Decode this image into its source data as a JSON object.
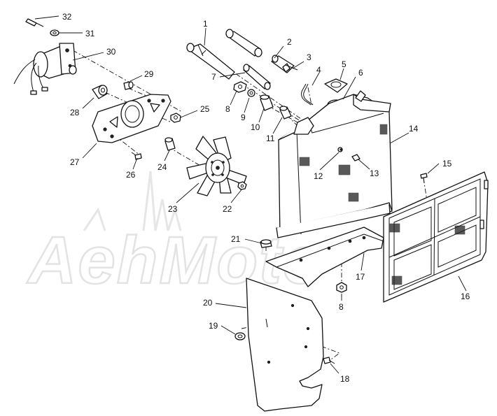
{
  "diagram": {
    "watermark_text": "AehMoto",
    "callouts": [
      {
        "id": "c1",
        "label": "1"
      },
      {
        "id": "c2",
        "label": "2"
      },
      {
        "id": "c3",
        "label": "3"
      },
      {
        "id": "c4",
        "label": "4"
      },
      {
        "id": "c5",
        "label": "5"
      },
      {
        "id": "c6",
        "label": "6"
      },
      {
        "id": "c7",
        "label": "7"
      },
      {
        "id": "c8a",
        "label": "8"
      },
      {
        "id": "c8b",
        "label": "8"
      },
      {
        "id": "c9",
        "label": "9"
      },
      {
        "id": "c10",
        "label": "10"
      },
      {
        "id": "c11",
        "label": "11"
      },
      {
        "id": "c12",
        "label": "12"
      },
      {
        "id": "c13",
        "label": "13"
      },
      {
        "id": "c14",
        "label": "14"
      },
      {
        "id": "c15",
        "label": "15"
      },
      {
        "id": "c16",
        "label": "16"
      },
      {
        "id": "c17",
        "label": "17"
      },
      {
        "id": "c18",
        "label": "18"
      },
      {
        "id": "c19",
        "label": "19"
      },
      {
        "id": "c20",
        "label": "20"
      },
      {
        "id": "c21",
        "label": "21"
      },
      {
        "id": "c22",
        "label": "22"
      },
      {
        "id": "c23",
        "label": "23"
      },
      {
        "id": "c24",
        "label": "24"
      },
      {
        "id": "c25",
        "label": "25"
      },
      {
        "id": "c26",
        "label": "26"
      },
      {
        "id": "c27",
        "label": "27"
      },
      {
        "id": "c28",
        "label": "28"
      },
      {
        "id": "c29",
        "label": "29"
      },
      {
        "id": "c30",
        "label": "30"
      },
      {
        "id": "c31",
        "label": "31"
      },
      {
        "id": "c32",
        "label": "32"
      }
    ]
  }
}
